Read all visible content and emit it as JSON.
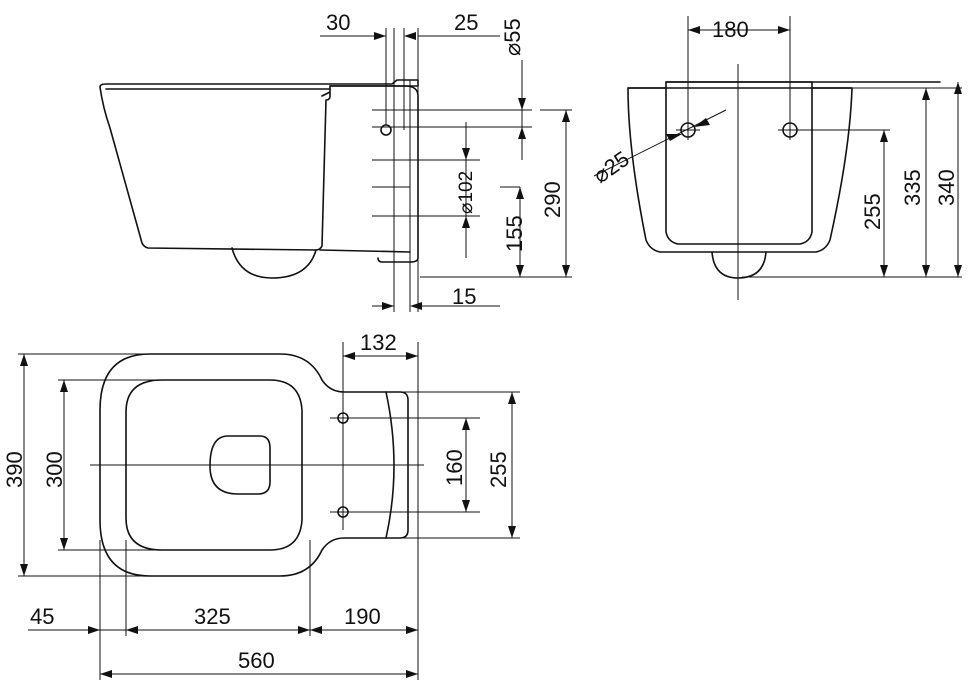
{
  "side_view": {
    "dim_top_left": "30",
    "dim_top_right": "25",
    "dim_pipe_diameter": "⌀55",
    "dim_outlet_diameter": "⌀102",
    "dim_outlet_height": "155",
    "dim_fixing_height": "290",
    "dim_bottom_offset": "15"
  },
  "rear_view": {
    "dim_hole_spacing": "180",
    "dim_hole_diameter": "⌀25",
    "dim_hole_height": "255",
    "dim_height_inner": "335",
    "dim_height_total": "340"
  },
  "top_view": {
    "dim_hole_offset": "132",
    "dim_total_width": "390",
    "dim_inner_width": "300",
    "dim_hole_spacing": "160",
    "dim_outer_spacing": "255",
    "dim_left_margin": "45",
    "dim_inner_length": "325",
    "dim_rear_length": "190",
    "dim_total_length": "560"
  }
}
